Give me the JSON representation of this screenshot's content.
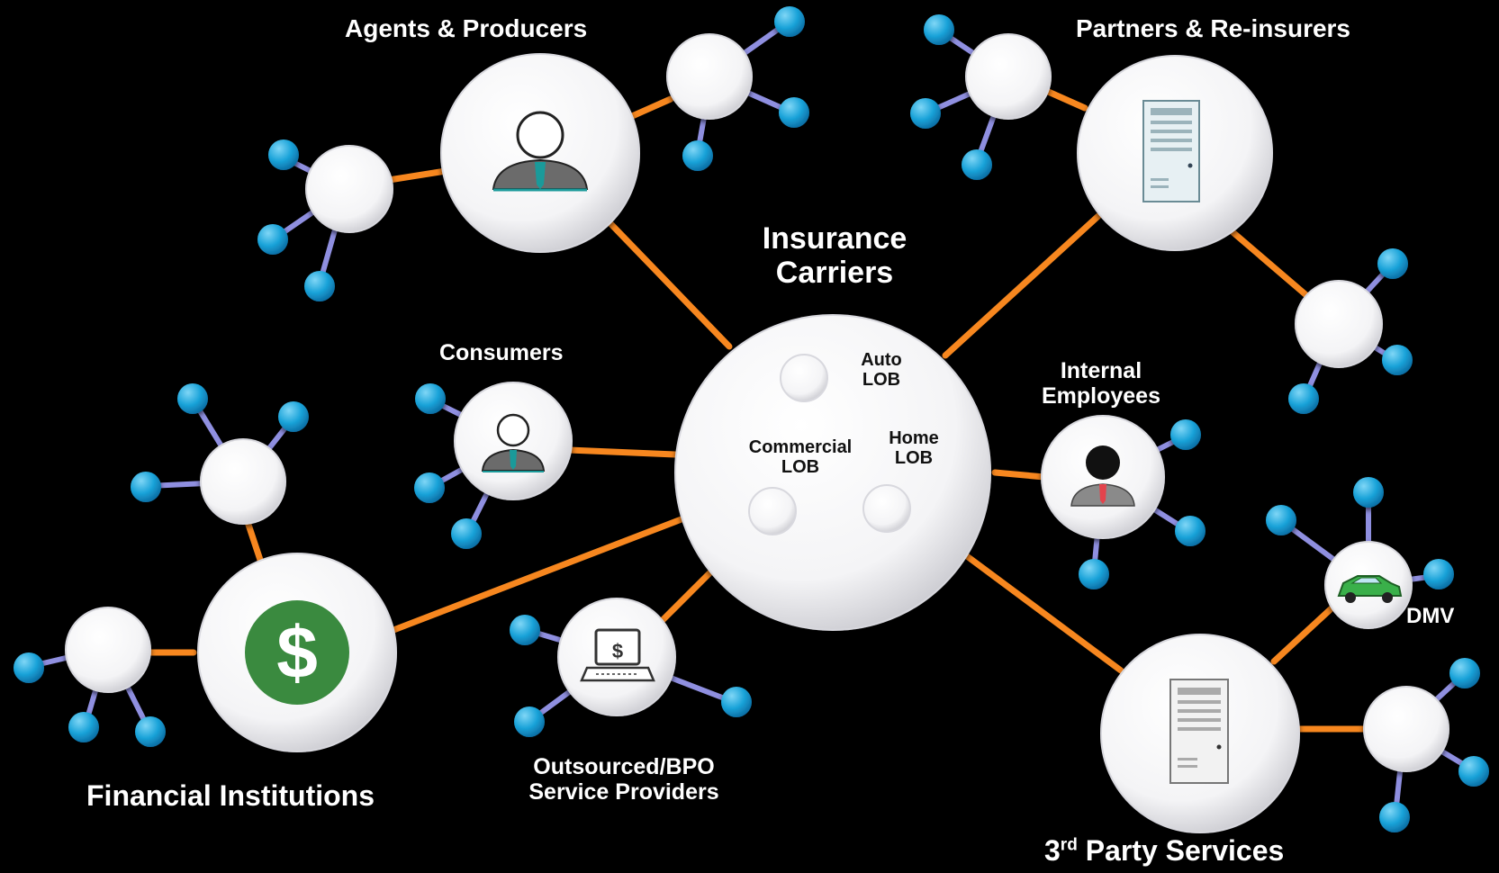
{
  "labels": {
    "agents": "Agents & Producers",
    "partners": "Partners & Re-insurers",
    "carriers_1": "Insurance",
    "carriers_2": "Carriers",
    "consumers": "Consumers",
    "internal_1": "Internal",
    "internal_2": "Employees",
    "auto_1": "Auto",
    "auto_2": "LOB",
    "commercial_1": "Commercial",
    "commercial_2": "LOB",
    "home_1": "Home",
    "home_2": "LOB",
    "dmv": "DMV",
    "financial": "Financial Institutions",
    "outsourced_1": "Outsourced/BPO",
    "outsourced_2": "Service Providers",
    "third_party_prefix": "3",
    "third_party_sup": "rd",
    "third_party_rest": " Party Services"
  },
  "icons": {
    "dollar_symbol": "$",
    "laptop_symbol": "$"
  },
  "colors": {
    "background": "#000000",
    "connector": "#f7871f",
    "spoke": "#8f8fe0",
    "leaf_node": "#1aa3d9",
    "dollar_badge": "#3a8a3f",
    "car": "#3ab04a",
    "internal_tie": "#e3434c",
    "person_tie": "#1a9a9a",
    "label_text": "#ffffff"
  }
}
